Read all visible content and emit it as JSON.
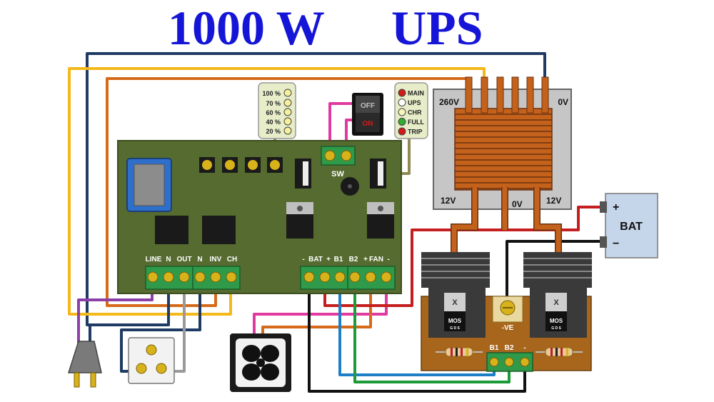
{
  "title": {
    "left": "1000 W",
    "right": "UPS"
  },
  "level_panel": {
    "items": [
      "100 %",
      "70 %",
      "60 %",
      "40 %",
      "20 %"
    ]
  },
  "switch": {
    "off": "OFF",
    "on": "ON"
  },
  "status_panel": {
    "items": [
      {
        "label": "MAIN",
        "led": "#d11a1a"
      },
      {
        "label": "UPS",
        "led": "#ffffff"
      },
      {
        "label": "CHR",
        "led": "#f8f5c0"
      },
      {
        "label": "FULL",
        "led": "#33aa33"
      },
      {
        "label": "TRIP",
        "led": "#d11a1a"
      }
    ]
  },
  "board": {
    "sw_label": "SW",
    "left_terminals": [
      "LINE",
      "N",
      "OUT",
      "N",
      "INV",
      "CH"
    ],
    "right_terminals": [
      "-",
      "BAT",
      "+",
      "B1",
      "B2",
      "+",
      "FAN",
      "-"
    ]
  },
  "transformer": {
    "primary_high": "260V",
    "primary_low": "0V",
    "sec_left": "12V",
    "sec_center": "0V",
    "sec_right": "12V"
  },
  "battery": {
    "label": "BAT",
    "plus": "+",
    "minus": "−"
  },
  "mosfet_board": {
    "mos_left": "MOS",
    "mos_right": "MOS",
    "pins": "G D S",
    "ve_label": "-VE",
    "x_mark": "X",
    "terminals": [
      "B1",
      "B2",
      "-"
    ]
  },
  "colors": {
    "title": "#1515d8",
    "pcb": "#556b2f",
    "terminal": "#2f9a49",
    "pot": "#d8b21b",
    "wire_yellow": "#f5b81a",
    "wire_orange": "#d56b1a",
    "wire_navy": "#1f3b63",
    "wire_purple": "#8b3fa7",
    "wire_pink": "#e03aa0",
    "wire_red": "#c41e1e",
    "wire_blue": "#1e7fc6",
    "wire_green": "#1d9a3a",
    "wire_gray": "#9a9a9a",
    "wire_black": "#111111",
    "wire_olive": "#8f8a55"
  }
}
